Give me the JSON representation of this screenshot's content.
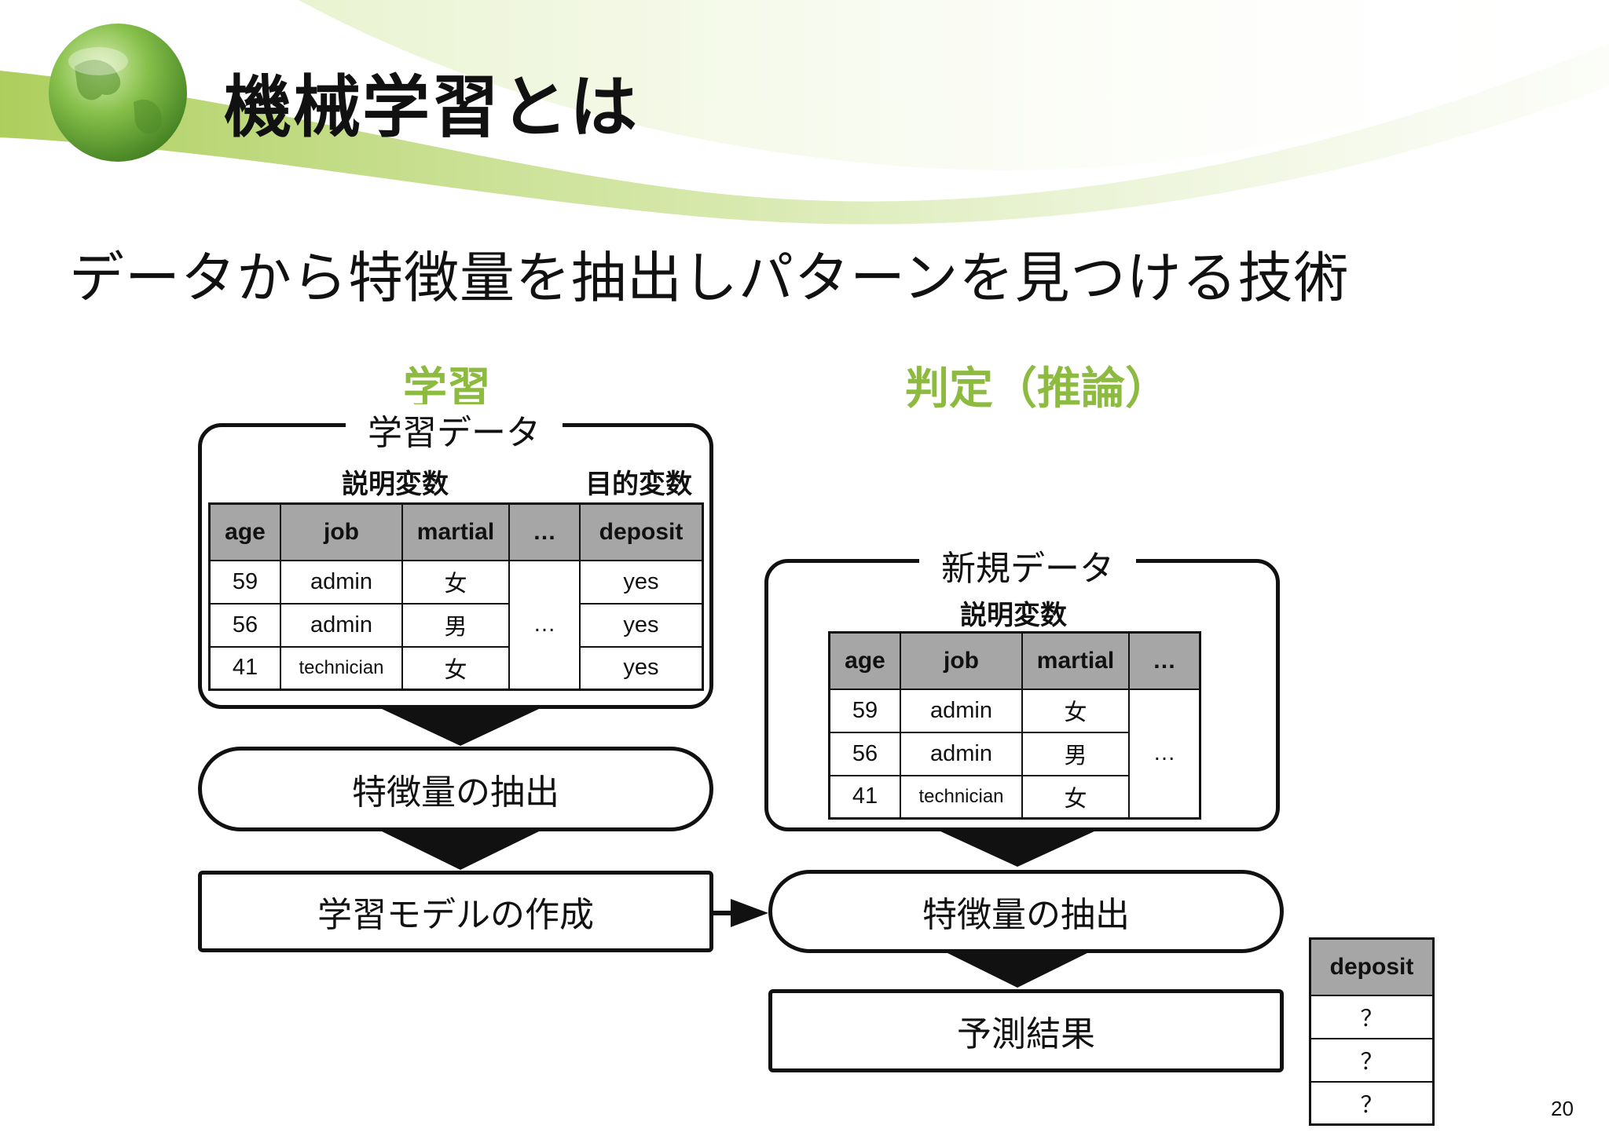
{
  "slide": {
    "title": "機械学習とは",
    "subtitle": "データから特徴量を抽出しパターンを見つける技術",
    "page_number": "20"
  },
  "colors": {
    "section_heading": "#8dbb3f",
    "table_header_bg": "#a6a6a6",
    "swoosh": "#b5d56a",
    "globe": "#6fa83a"
  },
  "learning": {
    "heading": "学習",
    "panel_title": "学習データ",
    "explanatory_label": "説明変数",
    "target_label": "目的変数",
    "columns": [
      "age",
      "job",
      "martial",
      "…",
      "deposit"
    ],
    "rows": [
      [
        "59",
        "admin",
        "女",
        "yes"
      ],
      [
        "56",
        "admin",
        "男",
        "yes"
      ],
      [
        "41",
        "technician",
        "女",
        "yes"
      ]
    ],
    "ellipsis": "…",
    "step_extract": "特徴量の抽出",
    "step_model": "学習モデルの作成"
  },
  "inference": {
    "heading": "判定（推論）",
    "panel_title": "新規データ",
    "explanatory_label": "説明変数",
    "columns": [
      "age",
      "job",
      "martial",
      "…"
    ],
    "rows": [
      [
        "59",
        "admin",
        "女"
      ],
      [
        "56",
        "admin",
        "男"
      ],
      [
        "41",
        "technician",
        "女"
      ]
    ],
    "ellipsis": "…",
    "step_extract": "特徴量の抽出",
    "step_result": "予測結果"
  },
  "result_table": {
    "header": "deposit",
    "values": [
      "？",
      "？",
      "？"
    ]
  }
}
